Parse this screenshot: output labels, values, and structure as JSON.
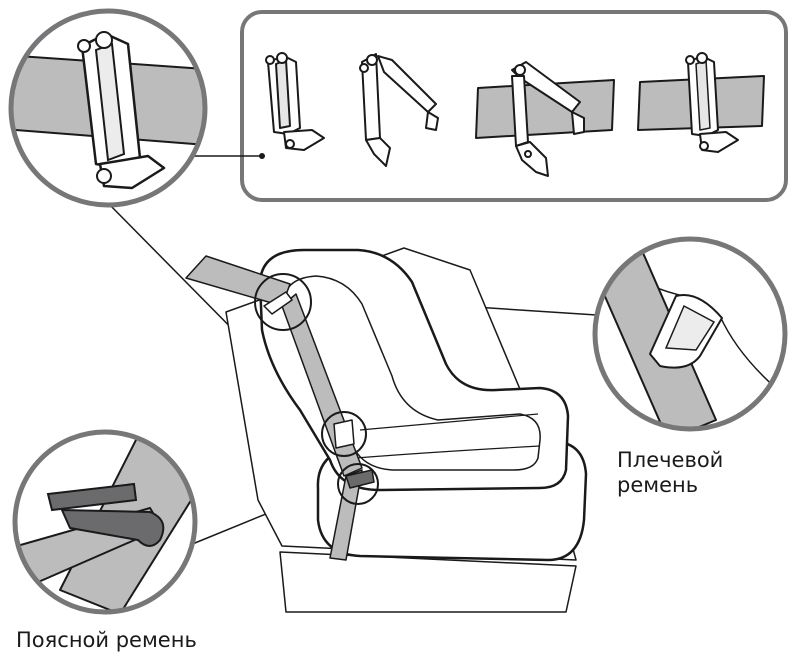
{
  "labels": {
    "shoulder_belt_line1": "Плечевой",
    "shoulder_belt_line2": "ремень",
    "lap_belt": "Поясной ремень"
  },
  "colors": {
    "outline": "#1a1a1a",
    "circle_ring": "#77777a",
    "belt_fill": "#bcbcbd",
    "clip_dark": "#6b6b6d",
    "background": "#ffffff"
  },
  "steps_panel": {
    "step_count": 4
  }
}
